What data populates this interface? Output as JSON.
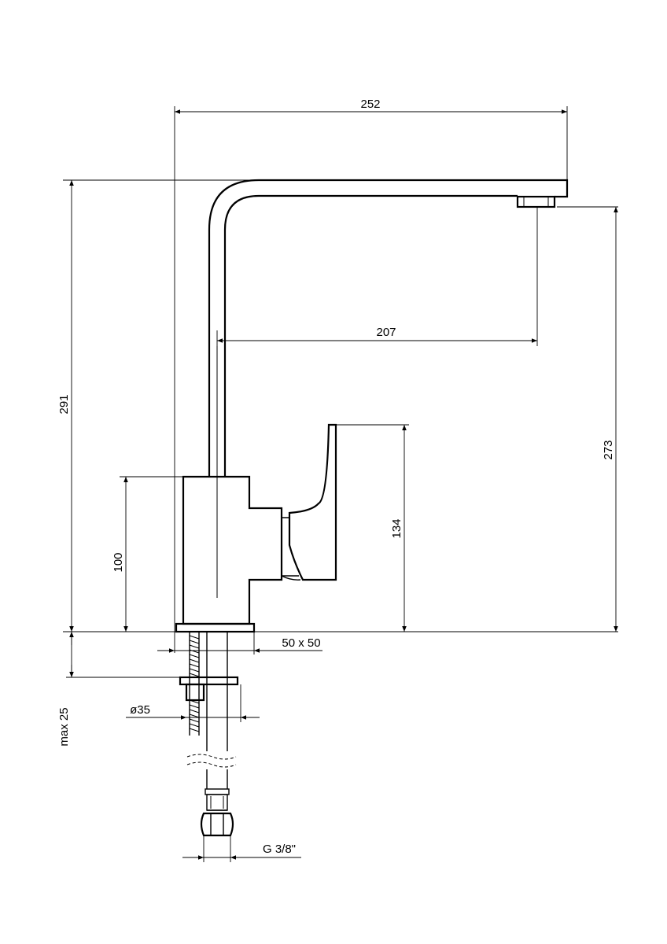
{
  "dimensions": {
    "overall_width": "252",
    "spout_reach": "207",
    "overall_height": "291",
    "outlet_height": "273",
    "lever_height": "134",
    "body_height": "100",
    "base_size": "50 x 50",
    "hole_diameter": "ø35",
    "max_thickness": "max 25",
    "connection_thread": "G 3/8\""
  },
  "colors": {
    "line": "#000000",
    "background": "#ffffff"
  }
}
